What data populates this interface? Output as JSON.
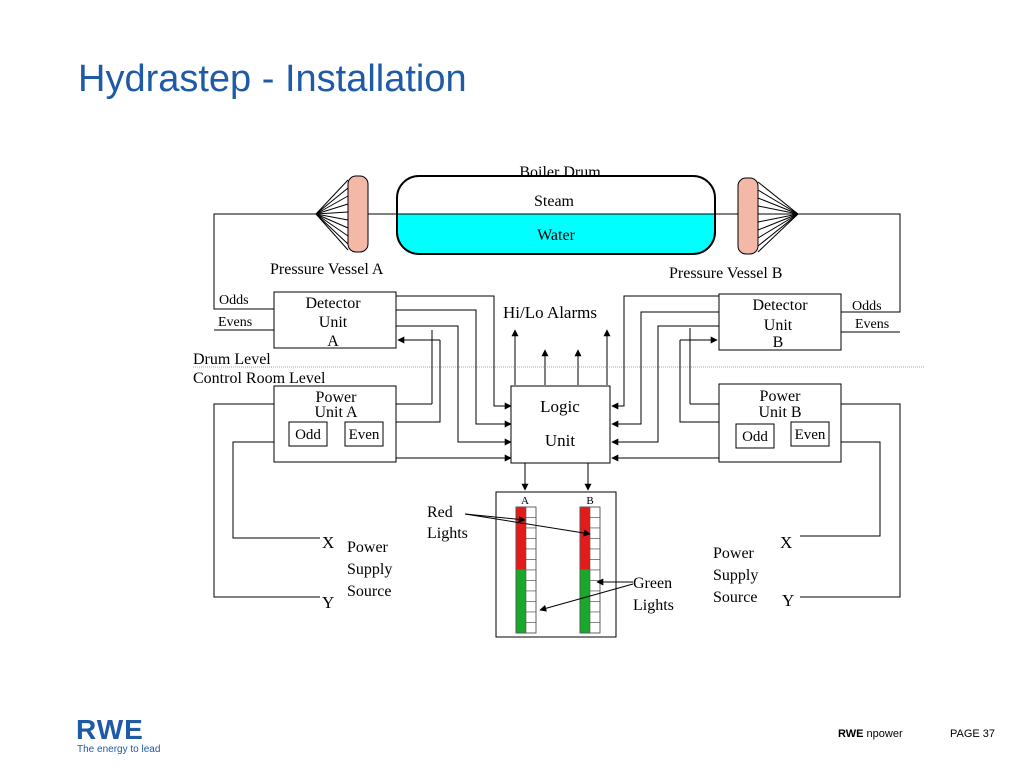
{
  "slide": {
    "title": "Hydrastep - Installation",
    "footer": {
      "logo": "RWE",
      "tagline": "The energy to lead",
      "brand_bold": "RWE",
      "brand_rest": " npower",
      "page": "PAGE 37"
    },
    "accent_color": "#1f5aa6"
  },
  "diagram": {
    "boiler_drum": "Boiler  Drum",
    "steam": "Steam",
    "water": "Water",
    "pressure_vessel_a": "Pressure Vessel  A",
    "pressure_vessel_b": "Pressure Vessel  B",
    "odds_left": "Odds",
    "evens_left": "Evens",
    "odds_right": "Odds",
    "evens_right": "Evens",
    "detector_a": [
      "Detector",
      "Unit",
      "A"
    ],
    "detector_b": [
      "Detector",
      "Unit",
      "B"
    ],
    "alarms": "Hi/Lo Alarms",
    "drum_level": "Drum Level",
    "control_room_level": "Control Room Level",
    "power_a": [
      "Power",
      "Unit A"
    ],
    "power_b": [
      "Power",
      "Unit B"
    ],
    "odd_a": "Odd",
    "even_a": "Even",
    "odd_b": "Odd",
    "even_b": "Even",
    "logic_unit": [
      "Logic",
      "Unit"
    ],
    "column_a": "A",
    "column_b": "B",
    "red_lights": [
      "Red",
      "Lights"
    ],
    "green_lights": [
      "Green",
      "Lights"
    ],
    "left_supply": {
      "x": "X",
      "y": "Y",
      "label": [
        "Power",
        "Supply",
        "Source"
      ]
    },
    "right_supply": {
      "x": "X",
      "y": "Y",
      "label": [
        "Power",
        "Supply",
        "Source"
      ]
    },
    "colors": {
      "water": "#00ffff",
      "end_caps": "#f4b8a8",
      "red_light": "#e31b1b",
      "green_light": "#18a82a"
    }
  }
}
